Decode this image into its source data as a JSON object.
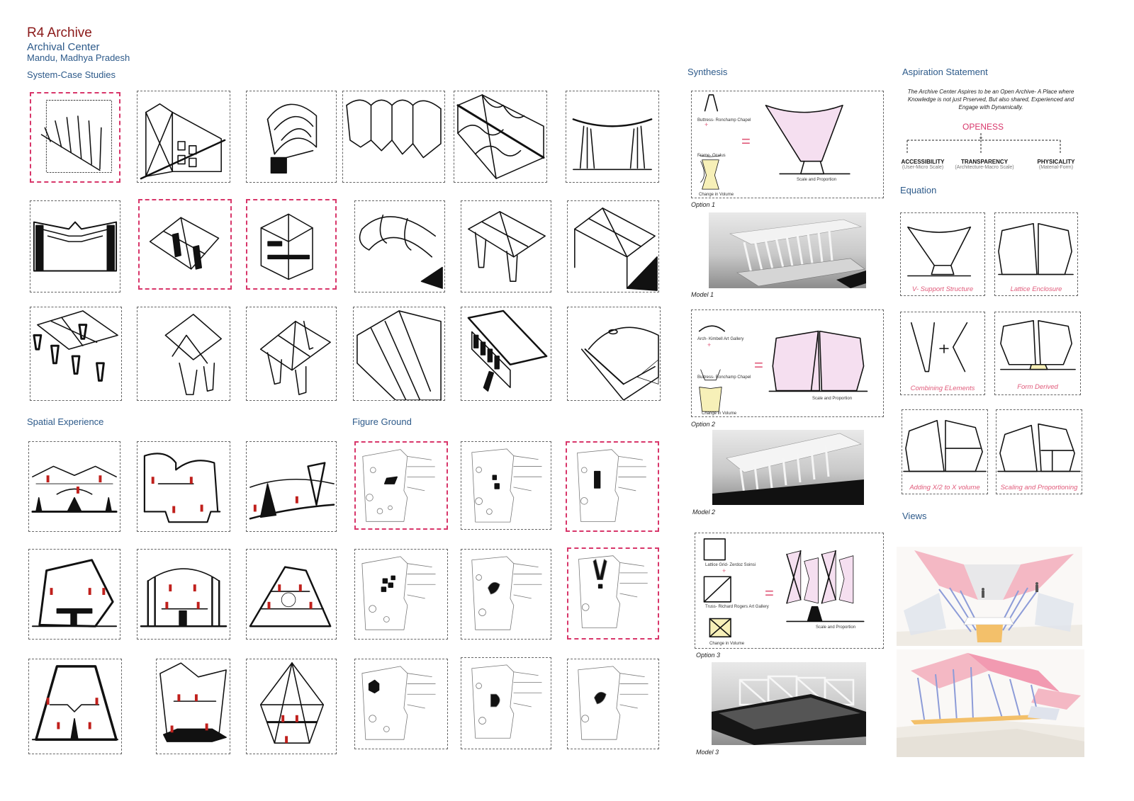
{
  "header": {
    "title": "R4 Archive",
    "subtitle": "Archival Center",
    "location": "Mandu, Madhya Pradesh"
  },
  "sections": {
    "case_studies": "System-Case Studies",
    "spatial": "Spatial Experience",
    "figure_ground": "Figure Ground",
    "synthesis": "Synthesis",
    "aspiration": "Aspiration Statement",
    "equation": "Equation",
    "views": "Views"
  },
  "aspiration": {
    "statement": "The Archive Center Aspires to be an Open Archive- A Place where Knowledge is not just Prserved, But also shared, Experienced and Engage with Dynamically.",
    "core": "OPENESS",
    "branches": [
      {
        "name": "ACCESSIBILITY",
        "scale": "(User-Micro Scale)"
      },
      {
        "name": "TRANSPARENCY",
        "scale": "(Architecture-Macro Scale)"
      },
      {
        "name": "PHYSICALITY",
        "scale": "(Material-Form)"
      }
    ]
  },
  "synthesis": {
    "option1": {
      "label": "Option 1",
      "a": "Buttress- Ronchamp Chapel",
      "b": "Frame- Oculus",
      "c": "Change in Volume",
      "caption": "Scale and Proportion",
      "model": "Model 1"
    },
    "option2": {
      "label": "Option 2",
      "a": "Arch- Kimbell Art Gallery",
      "b": "Buttress- Ronchamp Chapel",
      "c": "Change in Volume",
      "caption": "Scale and Proportion",
      "model": "Model 2"
    },
    "option3": {
      "label": "Option 3",
      "a": "Lattice Grid- Zerdoz Soinsi",
      "b": "Truss- Richard Rogers Art Gallery",
      "c": "Change in Volume",
      "caption": "Scale and Proportion",
      "model": "Model 3"
    }
  },
  "equation": {
    "items": [
      "V- Support Structure",
      "Lattice Enclosure",
      "Combining ELements",
      "Form Derived",
      "Adding X/2 to X volume",
      "Scaling and Proportioning"
    ]
  },
  "colors": {
    "title": "#8b1a1a",
    "heading": "#2d5a8a",
    "accent": "#d8366a",
    "pink_fill": "#f5dff0",
    "yellow_fill": "#f7f0b8",
    "figure_red": "#c0201c"
  }
}
